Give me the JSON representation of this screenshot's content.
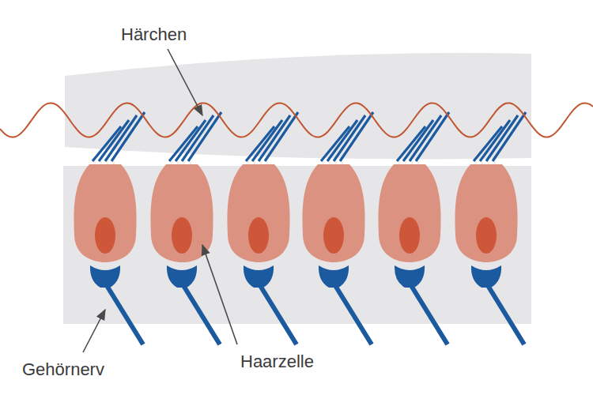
{
  "diagram": {
    "labels": [
      "Härchen",
      "Haarzelle",
      "Gehörnerv"
    ]
  }
}
